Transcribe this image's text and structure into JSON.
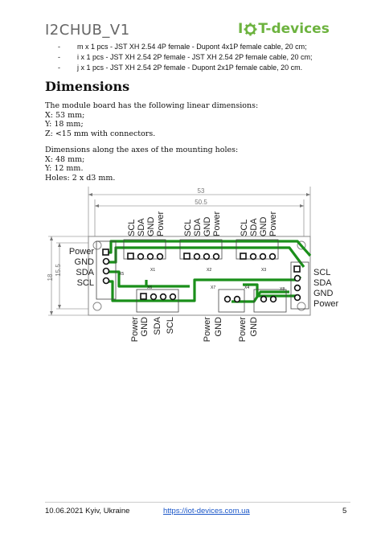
{
  "header": {
    "title": "I2CHUB_V1",
    "logo_pre": "I",
    "logo_post": "T-devices"
  },
  "bullets": [
    {
      "dash": "-",
      "text": "m x 1 pcs - JST XH 2.54 4P female - Dupont 4x1P female cable, 20 cm;"
    },
    {
      "dash": "-",
      "text": "i x 1 pcs - JST XH 2.54 2P female - JST XH 2.54 2P female cable, 20 cm;"
    },
    {
      "dash": "-",
      "text": "j x 1 pcs - JST XH 2.54 2P female - Dupont 2x1P female cable, 20 cm."
    }
  ],
  "section": {
    "heading": "Dimensions",
    "para1": [
      "The module board has the following linear dimensions:",
      "X: 53 mm;",
      "Y: 18 mm;",
      "Z: <15 mm with connectors."
    ],
    "para2": [
      "Dimensions along the axes of the mounting holes:",
      "X: 48 mm;",
      "Y: 12 mm.",
      "Holes: 2 x d3 mm."
    ]
  },
  "diagram": {
    "dim_53": "53",
    "dim_50_5": "50.5",
    "dim_18": "18",
    "dim_15_5": "15.5",
    "left_labels": [
      "Power",
      "GND",
      "SDA",
      "SCL"
    ],
    "right_labels": [
      "SCL",
      "SDA",
      "GND",
      "Power"
    ],
    "top_groups": [
      [
        "SCL",
        "SDA",
        "GND",
        "Power"
      ],
      [
        "SCL",
        "SDA",
        "GND",
        "Power"
      ],
      [
        "SCL",
        "SDA",
        "GND",
        "Power"
      ]
    ],
    "bottom_x6": [
      "Power",
      "GND",
      "SDA",
      "SCL"
    ],
    "bottom_x7": [
      "Power",
      "GND"
    ],
    "bottom_x4": [
      "Power",
      "GND"
    ],
    "refs": {
      "x1": "X1",
      "x2": "X2",
      "x3": "X3",
      "x4": "X4",
      "x5": "X5",
      "x6": "X6",
      "x7": "X7",
      "x8": "X8"
    }
  },
  "footer": {
    "date": "10.06.2021 Kyiv, Ukraine",
    "link": "https://iot-devices.com.ua",
    "page": "5"
  },
  "colors": {
    "logo_green": "#6db33f",
    "pcb_green": "#1a8f1a",
    "link_blue": "#1a56c8"
  }
}
